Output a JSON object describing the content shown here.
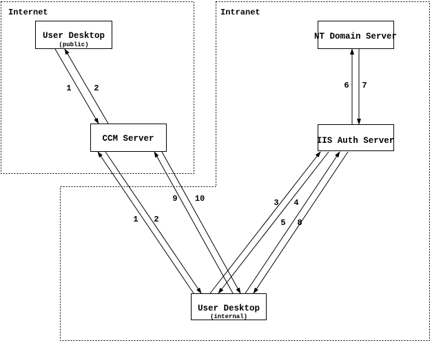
{
  "zones": {
    "internet": {
      "label": "Internet"
    },
    "intranet": {
      "label": "Intranet"
    }
  },
  "nodes": {
    "user_desktop_public": {
      "title": "User Desktop",
      "subtitle": "(public)"
    },
    "ccm_server": {
      "title": "CCM Server"
    },
    "nt_domain_server": {
      "title": "NT Domain Server"
    },
    "iis_auth_server": {
      "title": "IIS Auth Server"
    },
    "user_desktop_internal": {
      "title": "User Desktop",
      "subtitle": "(internal)"
    }
  },
  "edges": {
    "step1_public": {
      "label": "1"
    },
    "step2_public": {
      "label": "2"
    },
    "step1_internal": {
      "label": "1"
    },
    "step2_internal": {
      "label": "2"
    },
    "step3": {
      "label": "3"
    },
    "step4": {
      "label": "4"
    },
    "step5": {
      "label": "5"
    },
    "step6": {
      "label": "6"
    },
    "step7": {
      "label": "7"
    },
    "step8": {
      "label": "8"
    },
    "step9": {
      "label": "9"
    },
    "step10": {
      "label": "10"
    }
  },
  "colors": {
    "line": "#000000",
    "background": "#ffffff"
  }
}
